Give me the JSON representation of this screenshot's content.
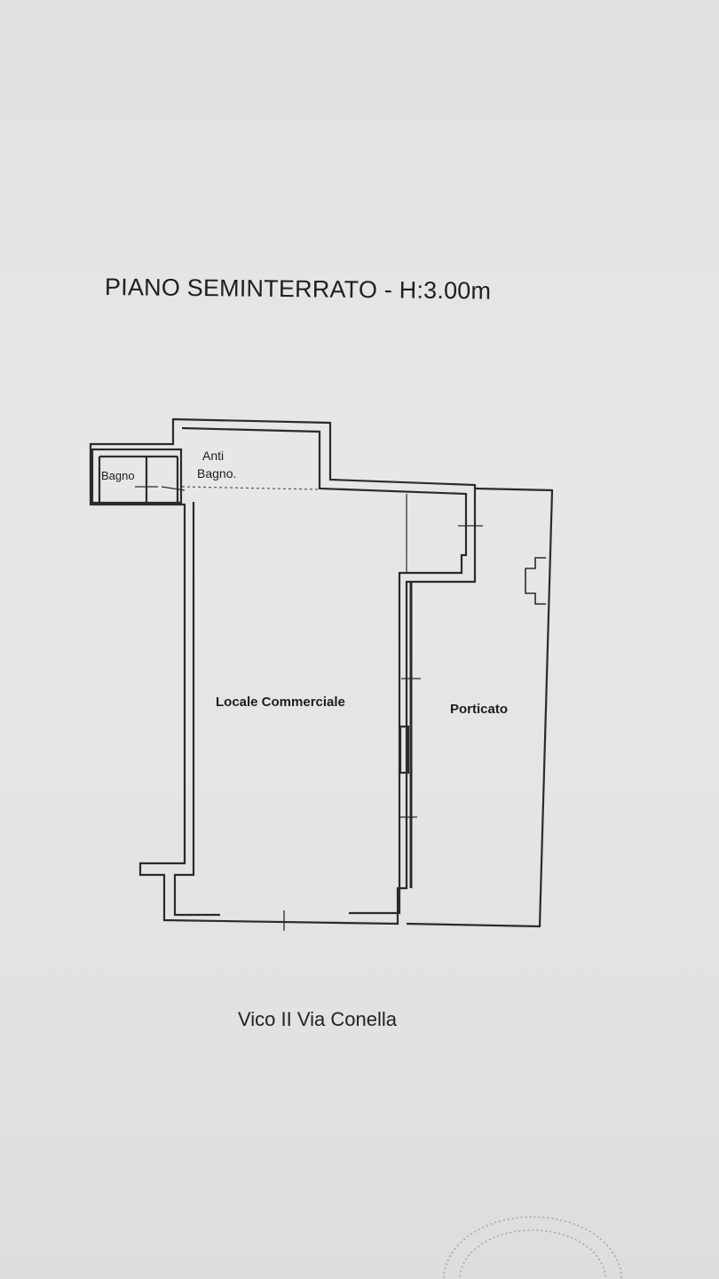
{
  "drawing": {
    "title": "PIANO SEMINTERRATO - H:3.00m",
    "street": "Vico II Via Conella"
  },
  "rooms": {
    "bagno": "Bagno",
    "anti_bagno_line1": "Anti",
    "anti_bagno_line2": "Bagno.",
    "locale_commerciale": "Locale Commerciale",
    "porticato": "Porticato"
  },
  "colors": {
    "paper": "#e3e4e5",
    "ink": "#2a2a2a"
  }
}
